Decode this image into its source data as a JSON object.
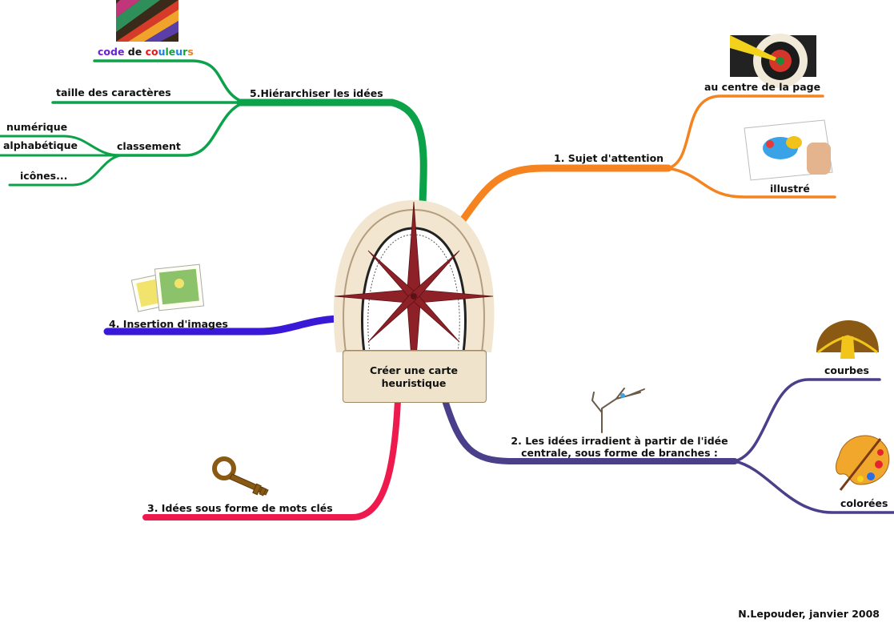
{
  "central": {
    "line1": "Créer une carte",
    "line2": "heuristique"
  },
  "branches": {
    "b1": {
      "label": "1. Sujet d'attention",
      "color": "#f5831f",
      "children": {
        "centre": "au centre de la page",
        "illustre": "illustré"
      }
    },
    "b2": {
      "line1": "2. Les idées irradient à partir de l'idée",
      "line2": "centrale, sous forme de branches :",
      "color": "#4a3f8a",
      "children": {
        "courbes": "courbes",
        "colorees": "colorées"
      }
    },
    "b3": {
      "label": "3. Idées sous forme de mots clés",
      "color": "#ee1a4d"
    },
    "b4": {
      "label": "4. Insertion d'images",
      "color": "#3a18d8"
    },
    "b5": {
      "label": "5.Hiérarchiser les idées",
      "color": "#0ba24a",
      "children": {
        "code": {
          "parts": [
            "code",
            " de ",
            "co",
            "u",
            "le",
            "u",
            "r",
            "s"
          ],
          "colors": [
            "#6d1fd6",
            "#111111",
            "#ee1111",
            "#1a7ff0",
            "#12a33a",
            "#1a7ff0",
            "#12a33a",
            "#f0801a"
          ]
        },
        "taille": "taille des caractères",
        "classement": "classement",
        "classement_children": {
          "numerique": "numérique",
          "alphabetique": "alphabétique",
          "icones": "icônes..."
        }
      }
    }
  },
  "icons": [
    "color-wheel-photo-icon",
    "dartboard-icon",
    "child-painting-icon",
    "photos-icon",
    "key-icon",
    "bare-tree-icon",
    "yellow-tree-icon",
    "palette-icon",
    "compass-rose-icon"
  ],
  "credit": "N.Lepouder, janvier 2008"
}
